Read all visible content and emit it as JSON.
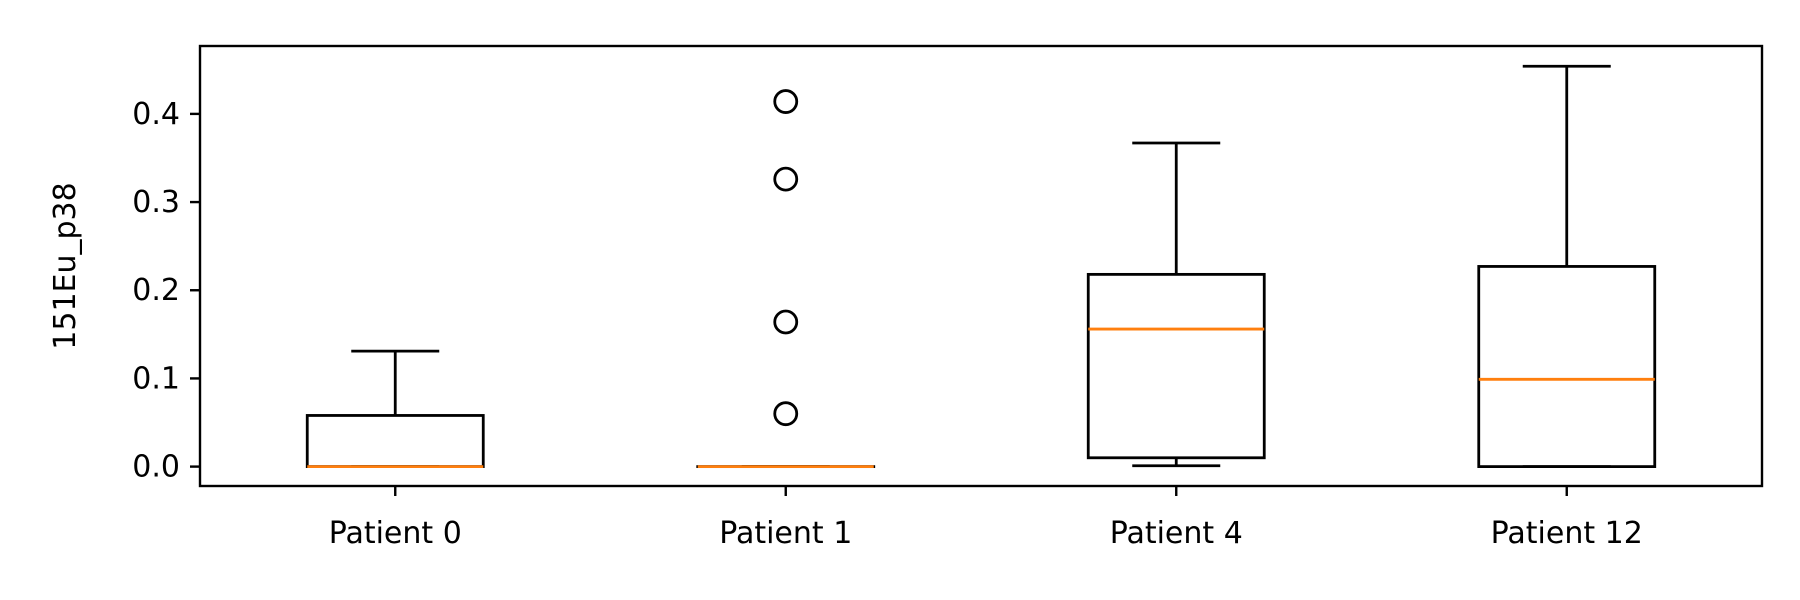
{
  "chart_data": {
    "type": "box",
    "categories": [
      "Patient 0",
      "Patient 1",
      "Patient 4",
      "Patient 12"
    ],
    "ylabel": "151Eu_p38",
    "ylim": [
      -0.022,
      0.477
    ],
    "yticks": [
      0.0,
      0.1,
      0.2,
      0.3,
      0.4
    ],
    "ytick_labels": [
      "0.0",
      "0.1",
      "0.2",
      "0.3",
      "0.4"
    ],
    "boxes": [
      {
        "label": "Patient 0",
        "whisker_low": 0.0,
        "q1": 0.0,
        "median": 0.0,
        "q3": 0.058,
        "whisker_high": 0.131,
        "outliers": []
      },
      {
        "label": "Patient 1",
        "whisker_low": 0.0,
        "q1": 0.0,
        "median": 0.0,
        "q3": 0.0,
        "whisker_high": 0.0,
        "outliers": [
          0.06,
          0.164,
          0.326,
          0.414
        ]
      },
      {
        "label": "Patient 4",
        "whisker_low": 0.001,
        "q1": 0.01,
        "median": 0.156,
        "q3": 0.218,
        "whisker_high": 0.367,
        "outliers": []
      },
      {
        "label": "Patient 12",
        "whisker_low": 0.0,
        "q1": 0.0,
        "median": 0.099,
        "q3": 0.227,
        "whisker_high": 0.454,
        "outliers": []
      }
    ],
    "colors": {
      "box": "#000000",
      "median": "#ff7f0e",
      "background": "#ffffff"
    },
    "grid": false,
    "legend": "none"
  }
}
